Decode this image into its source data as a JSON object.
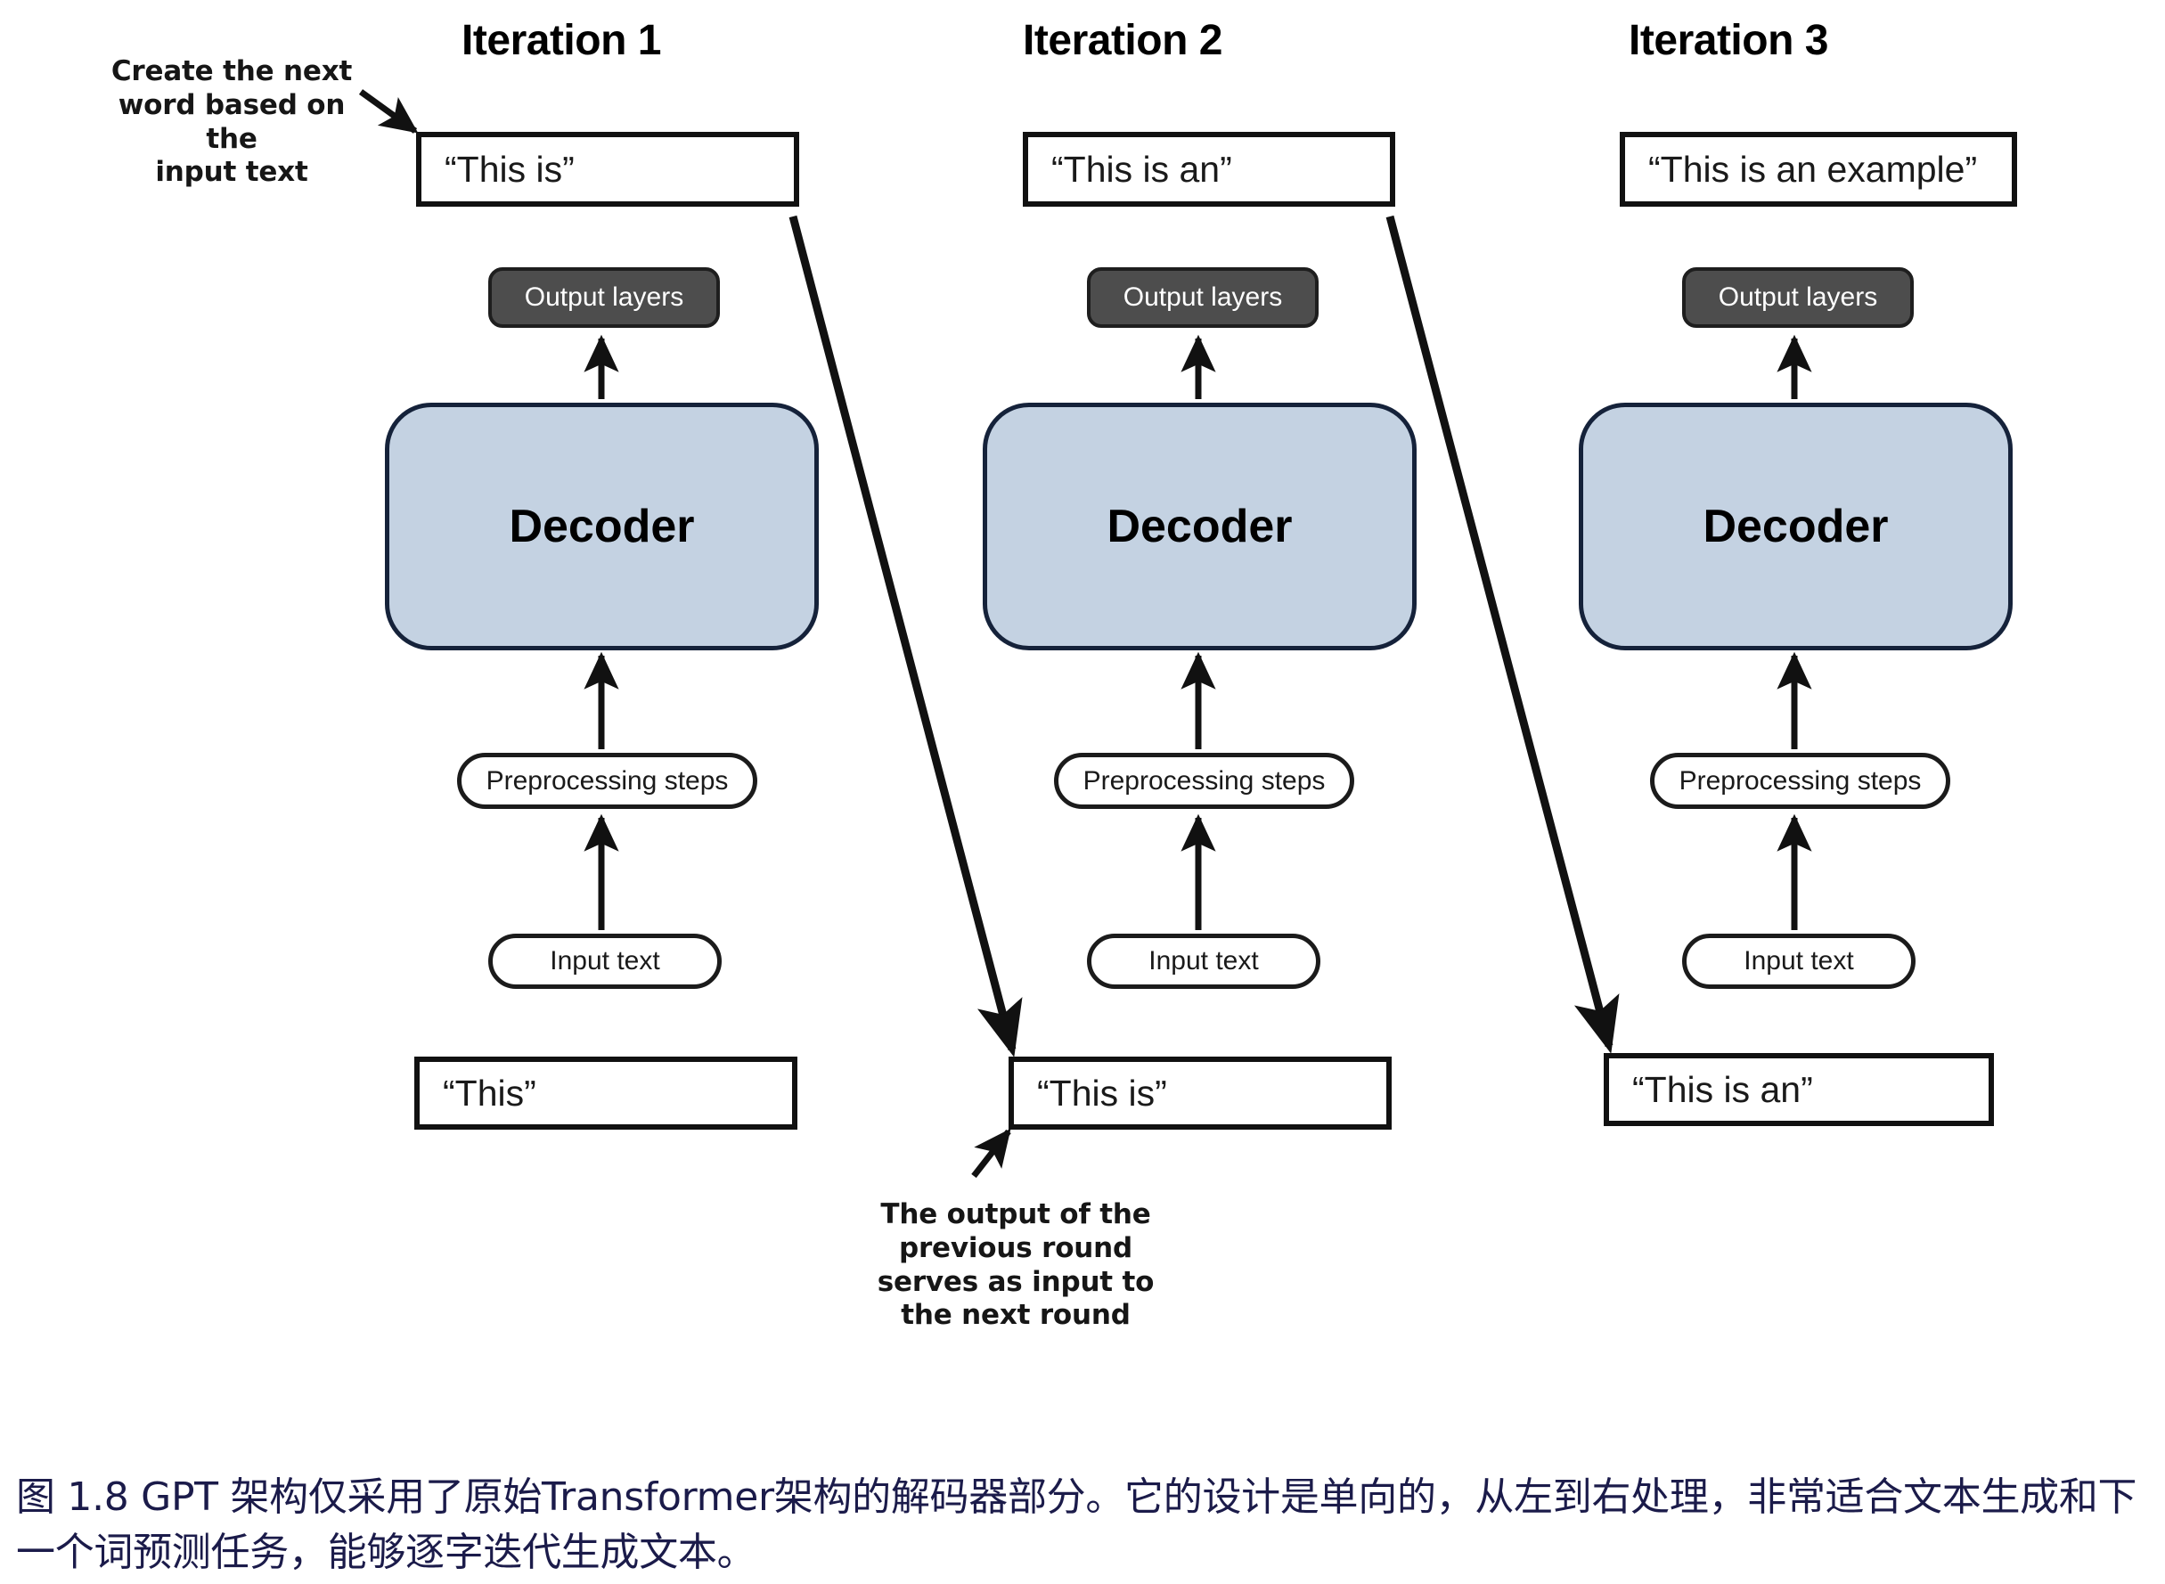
{
  "figure": {
    "columns": [
      {
        "title": "Iteration 1",
        "top_box_text": "“This is”",
        "output_layers_label": "Output layers",
        "decoder_label": "Decoder",
        "preprocessing_label": "Preprocessing steps",
        "input_text_label": "Input text",
        "bottom_box_text": "“This”"
      },
      {
        "title": "Iteration 2",
        "top_box_text": "“This is an”",
        "output_layers_label": "Output layers",
        "decoder_label": "Decoder",
        "preprocessing_label": "Preprocessing steps",
        "input_text_label": "Input text",
        "bottom_box_text": "“This is”"
      },
      {
        "title": "Iteration 3",
        "top_box_text": "“This is an example”",
        "output_layers_label": "Output layers",
        "decoder_label": "Decoder",
        "preprocessing_label": "Preprocessing steps",
        "input_text_label": "Input text",
        "bottom_box_text": "“This is an”"
      }
    ],
    "annotations": {
      "top_left": "Create the next\nword based on the\ninput text",
      "bottom_center": "The output of the\nprevious round\nserves as input to\nthe next round"
    },
    "caption": "图 1.8  GPT 架构仅采用了原始Transformer架构的解码器部分。它的设计是单向的，从左到右处理，非常适合文本生成和下一个词预测任务，能够逐字迭代生成文本。",
    "colors": {
      "decoder_fill": "#c4d2e2",
      "output_layers_fill": "#4d4d4d",
      "caption_text": "#1b1b4a",
      "stroke": "#111111"
    }
  }
}
